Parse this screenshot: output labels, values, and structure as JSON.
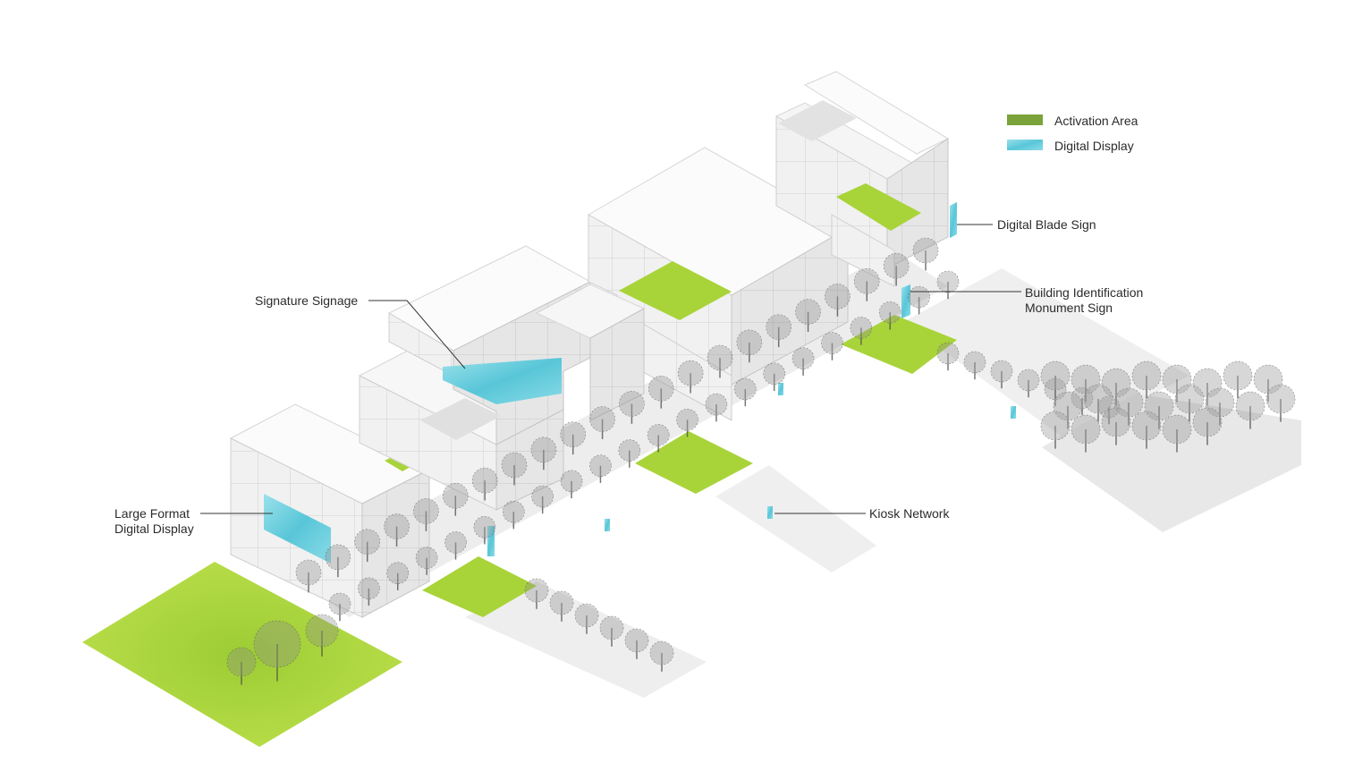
{
  "legend": {
    "items": [
      {
        "label": "Activation Area",
        "color": "#7aa33a"
      },
      {
        "label": "Digital Display",
        "color": "#6fd0df"
      }
    ]
  },
  "callouts": {
    "signature_signage": "Signature Signage",
    "large_format_line1": "Large Format",
    "large_format_line2": "Digital Display",
    "digital_blade_sign": "Digital Blade Sign",
    "building_id_line1": "Building Identification",
    "building_id_line2": "Monument Sign",
    "kiosk_network": "Kiosk Network"
  },
  "colors": {
    "activation": "#a8d43a",
    "activation_dark": "#7aa33a",
    "display": "#6fd0df",
    "building_top": "#fbfbfb",
    "building_left": "#f1f1f1",
    "building_right": "#e6e6e6",
    "ground": "#efefef",
    "tree": "#555555"
  }
}
